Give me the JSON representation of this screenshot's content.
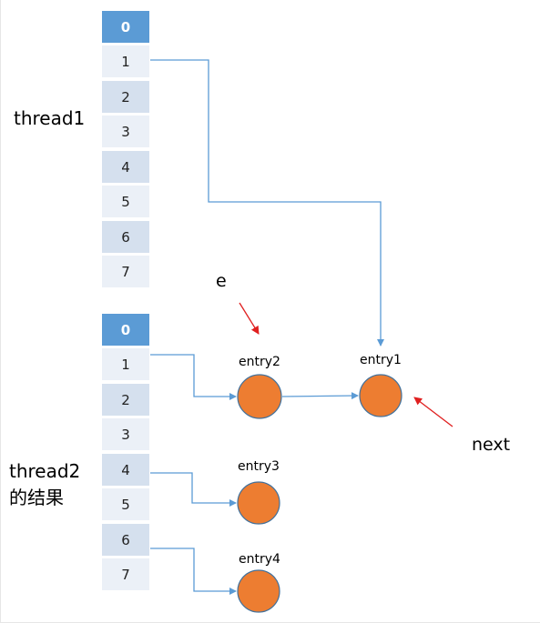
{
  "table1": {
    "label": "thread1",
    "cells": [
      "0",
      "1",
      "2",
      "3",
      "4",
      "5",
      "6",
      "7"
    ]
  },
  "table2": {
    "label_line1": "thread2",
    "label_line2": "的结果",
    "cells": [
      "0",
      "1",
      "2",
      "3",
      "4",
      "5",
      "6",
      "7"
    ]
  },
  "nodes": {
    "entry1": "entry1",
    "entry2": "entry2",
    "entry3": "entry3",
    "entry4": "entry4"
  },
  "pointers": {
    "e": "e",
    "next": "next"
  },
  "colors": {
    "header_cell": "#5b9bd5",
    "cell_dark": "#d5e0ee",
    "cell_light": "#ebf0f7",
    "node_fill": "#ed7d31",
    "node_stroke": "#41719c",
    "connector": "#5b9bd5",
    "pointer_arrow": "#e02020"
  }
}
